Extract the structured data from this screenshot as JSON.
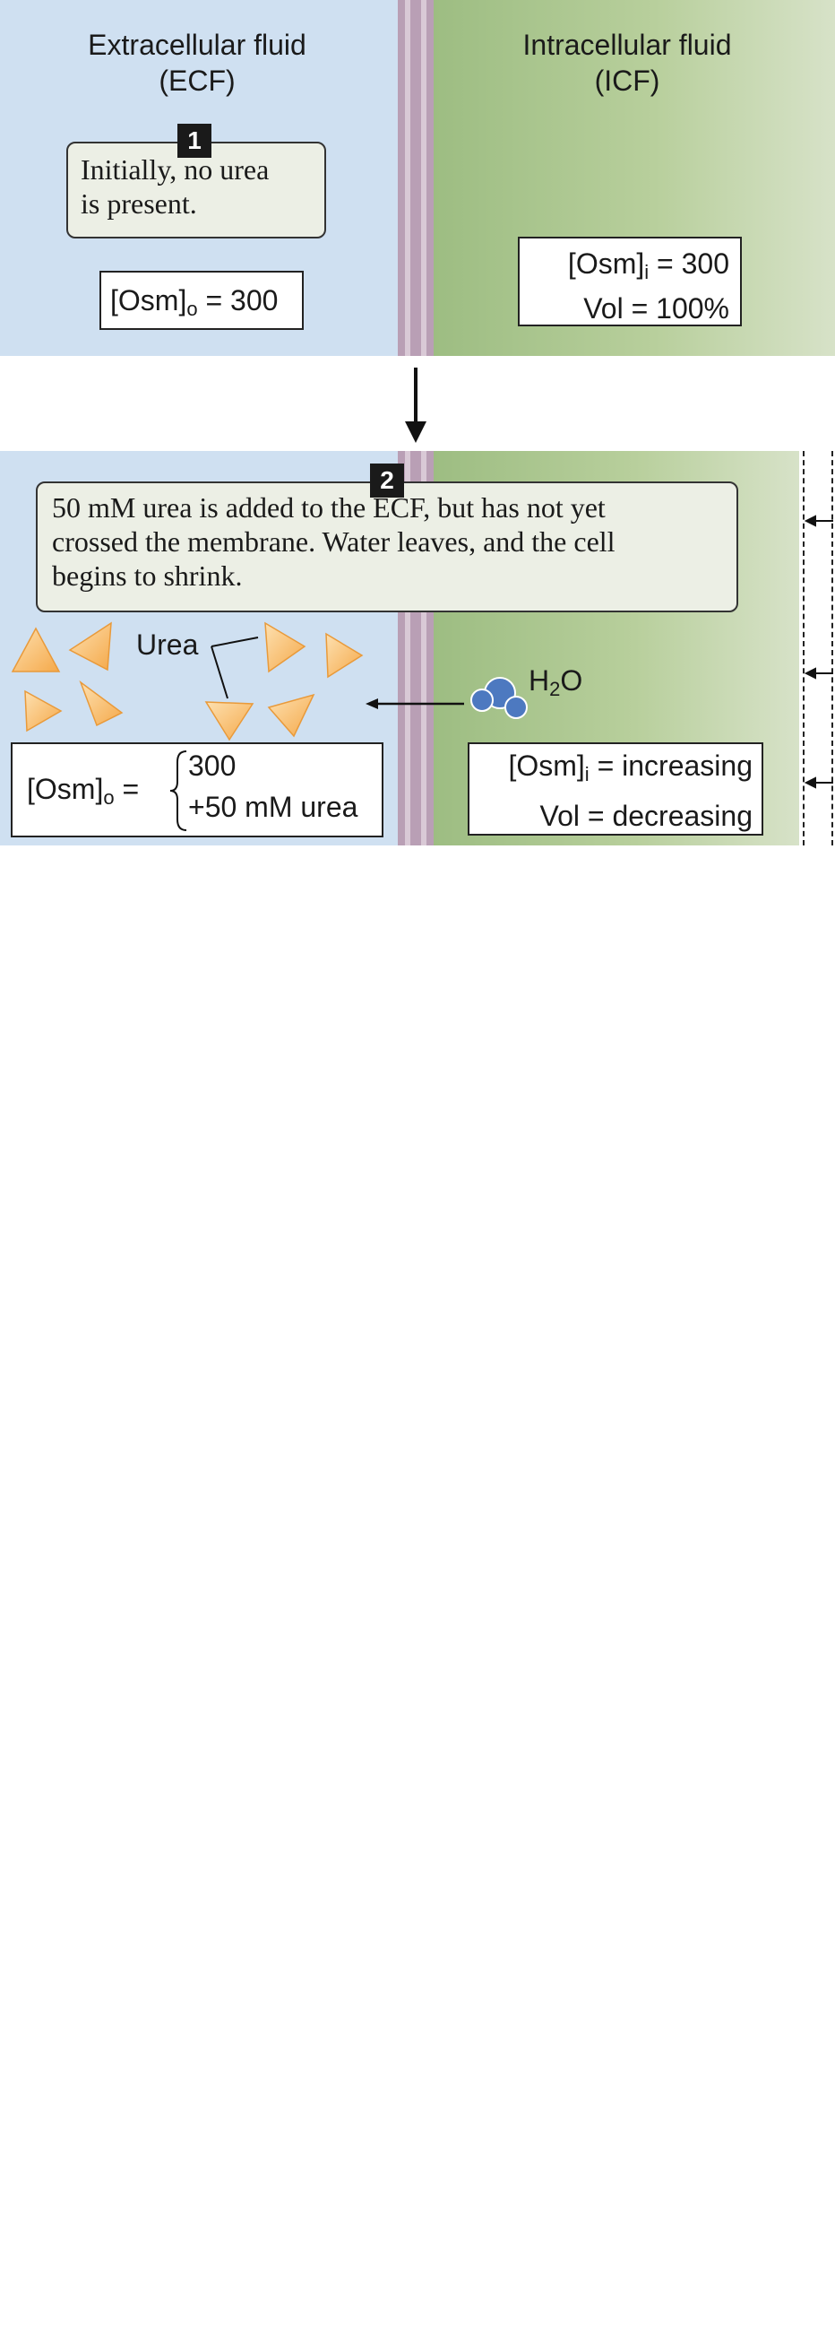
{
  "step1": {
    "ecf_heading_line1": "Extracellular fluid",
    "ecf_heading_line2": "(ECF)",
    "icf_heading_line1": "Intracellular fluid",
    "icf_heading_line2": "(ICF)",
    "badge": "1",
    "callout_line1": "Initially, no urea",
    "callout_line2": "is present.",
    "ecf_osm_label": "[Osm]",
    "ecf_osm_sub": "o",
    "ecf_osm_value": " = 300",
    "icf_osm_label": "[Osm]",
    "icf_osm_sub": "i",
    "icf_osm_value": " = 300",
    "icf_vol": "Vol = 100%"
  },
  "step2": {
    "badge": "2",
    "callout_line1": "50 mM urea is added to the ECF, but has not yet",
    "callout_line2": "crossed the membrane. Water leaves, and the cell",
    "callout_line3": "begins to shrink.",
    "urea_label": "Urea",
    "water_label": "H",
    "water_sub": "2",
    "water_suffix": "O",
    "ecf_osm_label": "[Osm]",
    "ecf_osm_sub": "o",
    "ecf_osm_eq": " =",
    "ecf_osm_line1": "300",
    "ecf_osm_line2": "+50 mM urea",
    "icf_osm_label": "[Osm]",
    "icf_osm_sub": "i",
    "icf_osm_value": " = increasing",
    "icf_vol": "Vol = decreasing"
  },
  "colors": {
    "ecf": "#cfe0f1",
    "icf": "#9dbd82",
    "membrane": "#b99fb5",
    "urea": "#f5a94a",
    "water": "#4d79c0"
  }
}
